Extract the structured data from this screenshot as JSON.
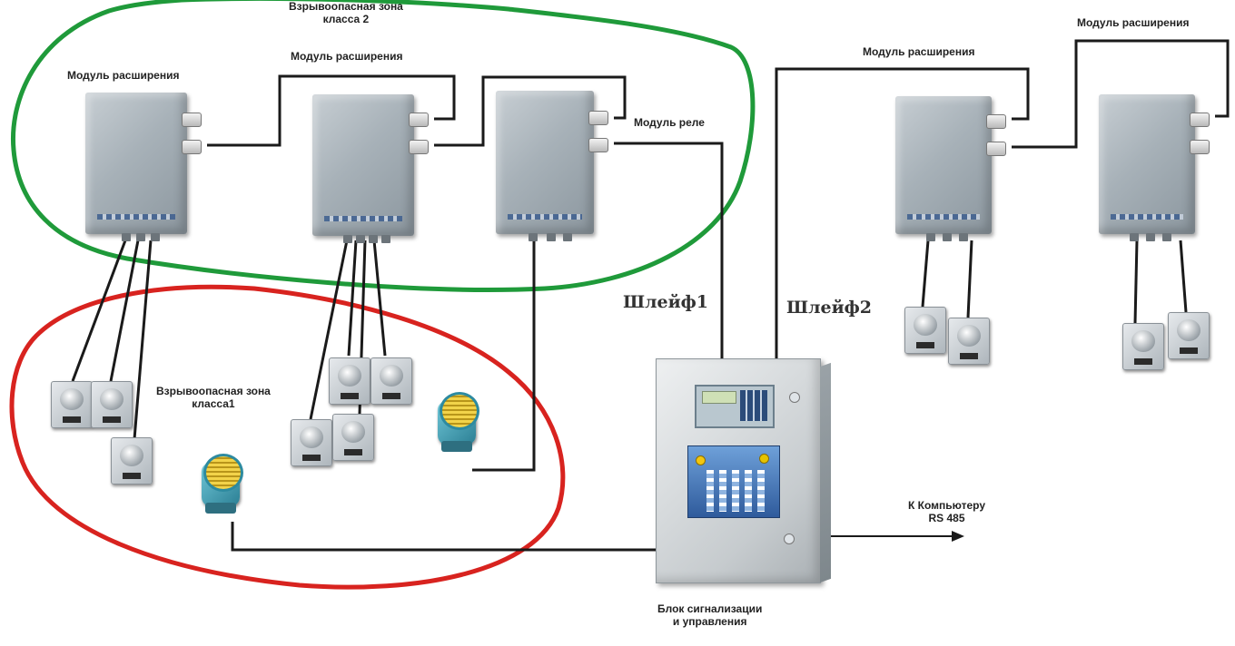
{
  "zones": {
    "zone2": {
      "label_line1": "Взрывоопасная зона",
      "label_line2": "класса 2",
      "color": "#1f9a3a"
    },
    "zone1": {
      "label_line1": "Взрывоопасная зона",
      "label_line2": "класса1",
      "color": "#d8231f"
    }
  },
  "labels": {
    "expansion_module_1": "Модуль расширения",
    "expansion_module_2": "Модуль расширения",
    "expansion_module_3": "Модуль расширения",
    "expansion_module_4": "Модуль расширения",
    "relay_module": "Модуль реле",
    "loop1": "Шлейф1",
    "loop2": "Шлейф2",
    "to_computer_line1": "К Компьютеру",
    "to_computer_line2": "RS 485",
    "control_unit_line1": "Блок сигнализации",
    "control_unit_line2": "и управления"
  },
  "colors": {
    "wire": "#1a1a1a",
    "module_body": "#a7b1b8",
    "siren_body": "#2b7f94",
    "panel_blue": "#2f5b9c"
  },
  "icons": {
    "module": "expansion-module-icon",
    "sensor": "gas-sensor-icon",
    "siren": "siren-icon",
    "control": "control-unit-icon"
  }
}
